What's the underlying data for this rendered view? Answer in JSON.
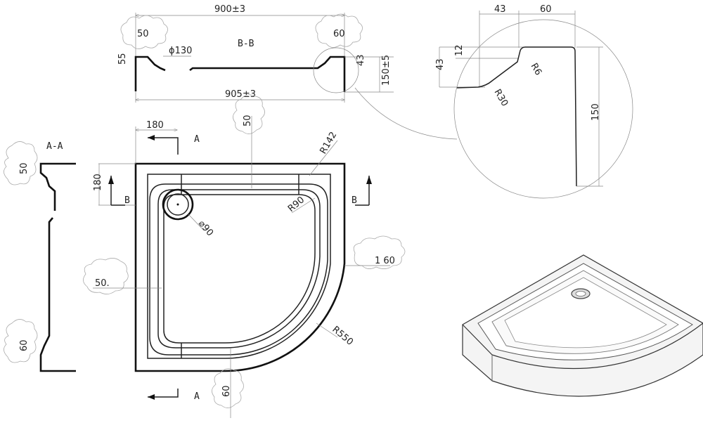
{
  "section_bb": {
    "title": "B-B",
    "top_width": "900±3",
    "bottom_width": "905±3",
    "left_rim": "50",
    "right_rim": "60",
    "left_height": "55",
    "drain_diameter": "ϕ130",
    "rim_drop": "43",
    "total_height": "150±5"
  },
  "detail": {
    "dim_43_horizontal": "43",
    "dim_60": "60",
    "dim_12": "12",
    "dim_43_vertical": "43",
    "radius_small": "R6",
    "radius_large": "R30",
    "height": "150"
  },
  "section_aa": {
    "title": "A-A",
    "top_rim": "50",
    "bottom_rim": "60"
  },
  "plan": {
    "dim_180_top": "180",
    "dim_180_left": "180",
    "section_a_top": "A",
    "section_a_bottom": "A",
    "section_b_left": "B",
    "section_b_right": "B",
    "top_rim": "50",
    "corner_radius": "R142",
    "inner_radius": "R90",
    "drain": "⌀90",
    "right_rim": "1 60",
    "left_rim": "50.",
    "outer_radius": "R550",
    "bottom_rim": "60"
  }
}
